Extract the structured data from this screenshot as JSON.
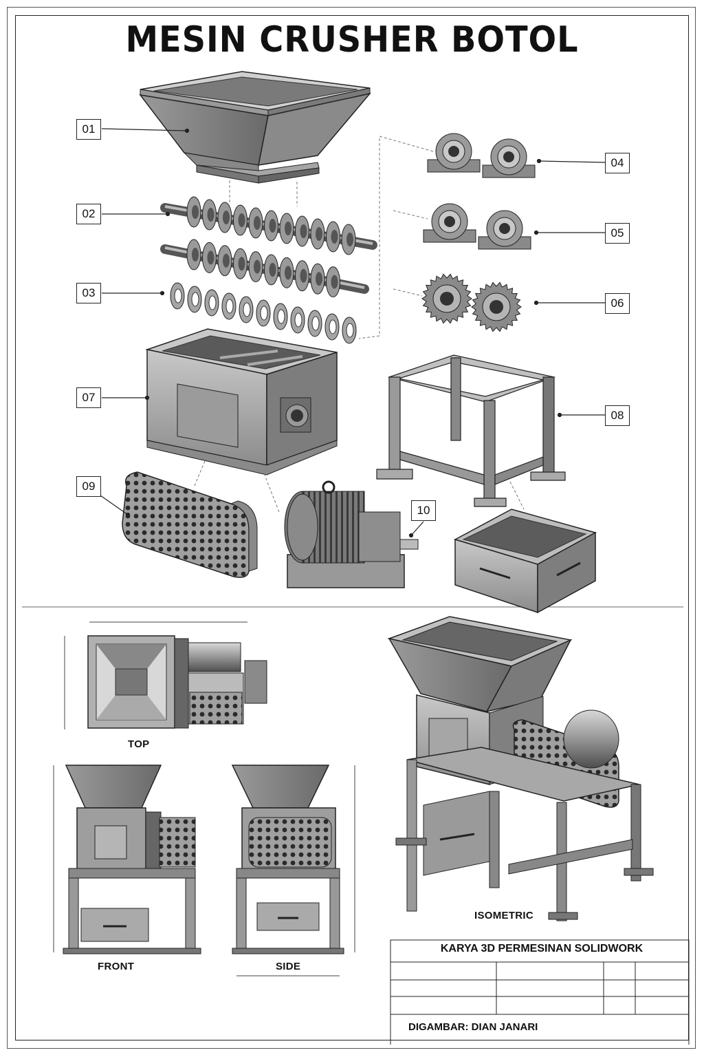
{
  "title": "MESIN CRUSHER BOTOL",
  "part_labels": [
    "01",
    "02",
    "03",
    "04",
    "05",
    "06",
    "07",
    "08",
    "09",
    "10"
  ],
  "views": {
    "top": "TOP",
    "front": "FRONT",
    "side": "SIDE",
    "isometric": "ISOMETRIC"
  },
  "title_block": {
    "title": "KARYA 3D PERMESINAN SOLIDWORK",
    "drawn_by": "DIGAMBAR: DIAN JANARI"
  },
  "colors": {
    "metal_light": "#b5b5b5",
    "metal_mid": "#8a8a8a",
    "metal_dark": "#4a4a4a",
    "line": "#222222"
  }
}
